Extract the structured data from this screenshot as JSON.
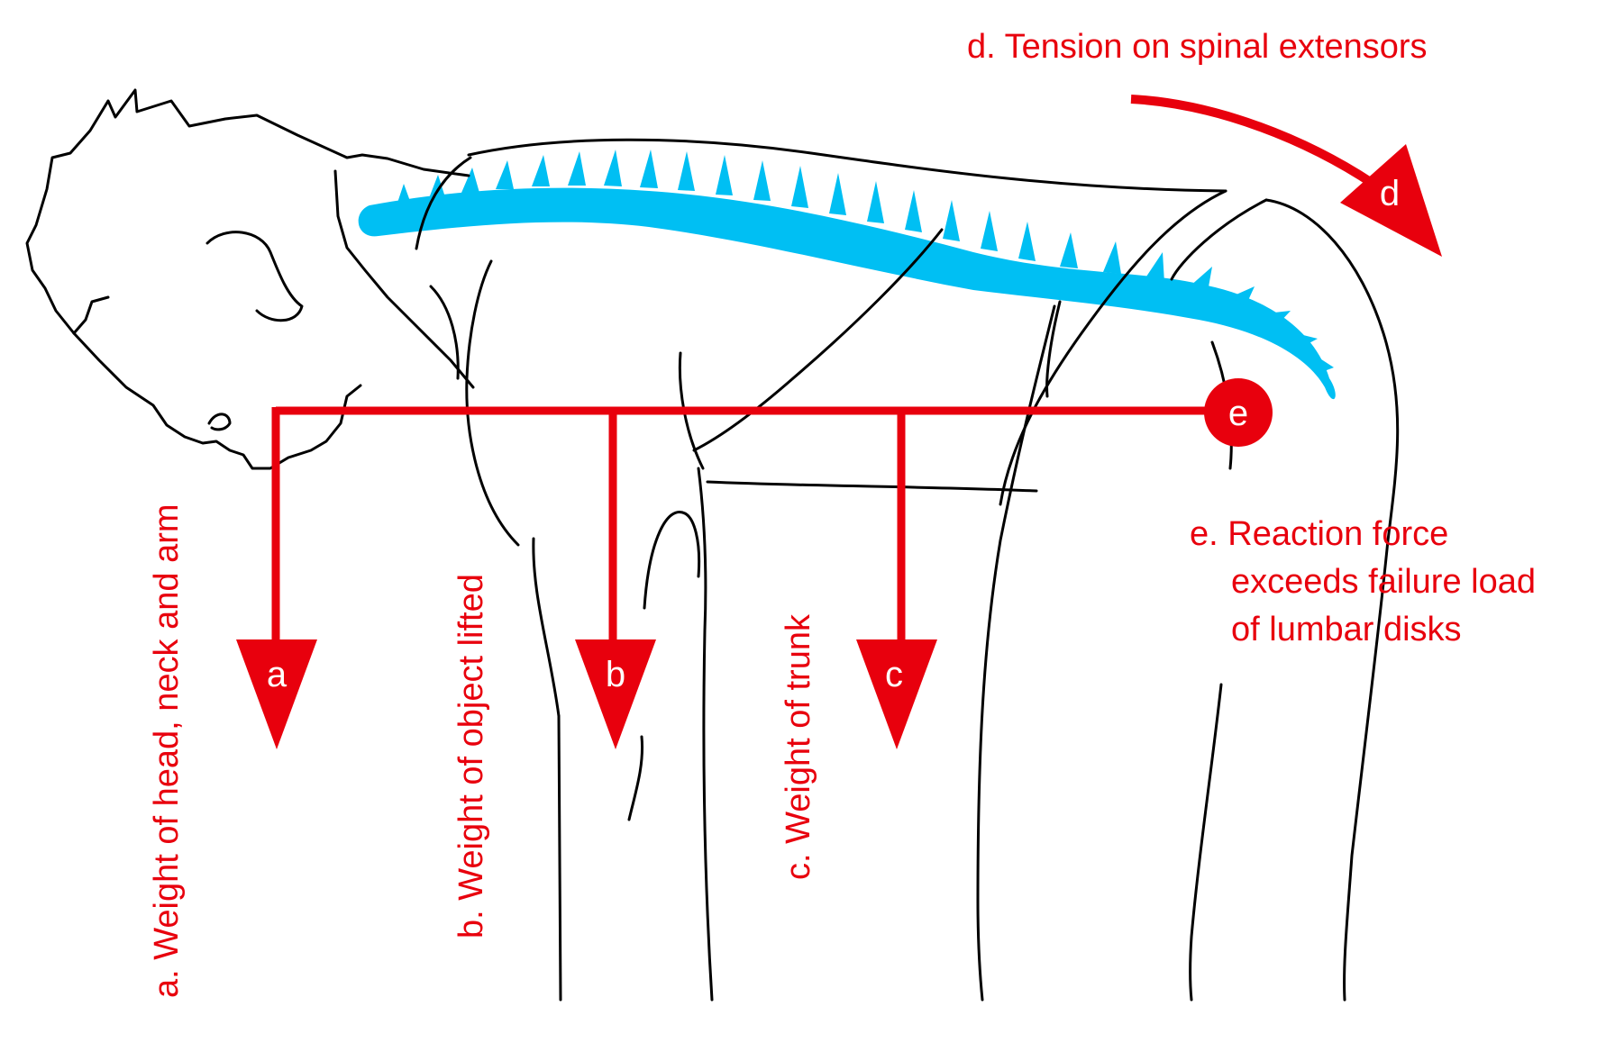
{
  "colors": {
    "force": "#e8000d",
    "spine": "#00bff3",
    "outline": "#000000",
    "marker_text": "#ffffff"
  },
  "markers": {
    "a": "a",
    "b": "b",
    "c": "c",
    "d": "d",
    "e": "e"
  },
  "labels": {
    "a": "a. Weight of head, neck and arm",
    "b": "b. Weight of object lifted",
    "c": "c. Weight of trunk",
    "d": "d. Tension on spinal extensors",
    "e_line1": "e. Reaction force",
    "e_line2": "exceeds failure load",
    "e_line3": "of lumbar disks"
  }
}
